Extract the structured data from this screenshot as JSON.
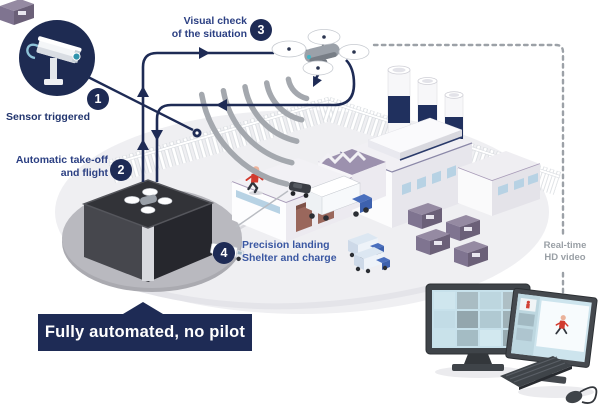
{
  "banner": {
    "label": "Fully automated, no pilot"
  },
  "steps": [
    {
      "number": "1",
      "lines": [
        "Sensor triggered"
      ]
    },
    {
      "number": "2",
      "lines": [
        "Automatic take-off",
        "and flight"
      ]
    },
    {
      "number": "3",
      "lines": [
        "Visual check",
        "of the situation"
      ]
    },
    {
      "number": "4",
      "lines": [
        "Precision landing",
        "Shelter and charge"
      ]
    }
  ],
  "feed": {
    "lines": [
      "Real-time",
      "HD video"
    ]
  },
  "icons": {
    "camera": "cctv-camera-icon",
    "sensor_dot": "fence-sensor-dot-icon",
    "drone": "quadcopter-drone-icon",
    "waves": "detection-signal-waves-icon",
    "shelter": "drone-shelter-box-icon",
    "factory": "factory-site-icon",
    "fence": "perimeter-fence-icon",
    "intruder": "running-person-icon",
    "trucks": "truck-icon",
    "feed_line": "video-feed-dashed-line",
    "monitors": "operator-workstation-icon",
    "keyboard": "keyboard-icon",
    "mouse": "mouse-icon"
  },
  "colors": {
    "navy": "#1e2b55",
    "label_blue": "#2c4083",
    "step4_blue": "#3a57a2",
    "muted_gray": "#9aa0a6",
    "ground_gray": "#efeff2",
    "alert_red": "#d13a2e",
    "truck_blue": "#4a6fbe",
    "screen_blue": "#cde4ed",
    "roof_purple": "#9c91ae"
  }
}
